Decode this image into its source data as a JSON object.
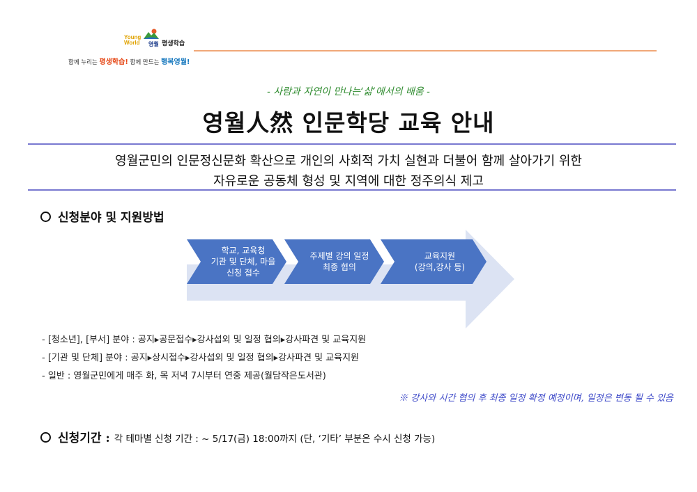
{
  "header": {
    "logo_world_line1": "Young",
    "logo_world_line2": "World",
    "logo_yeongwol": "영월",
    "logo_lifelong": "평생학습",
    "slogan_part1": "함께 누리는 ",
    "slogan_highlight1": "평생학습!",
    "slogan_part2": " 함께 만드는 ",
    "slogan_highlight2": "행복영월!"
  },
  "subtitle": "- 사람과 자연이 만나는‘삶’에서의 배움 -",
  "title": "영월人然 인문학당 교육 안내",
  "purpose": {
    "line1": "영월군민의 인문정신문화 확산으로 개인의 사회적 가치 실현과 더불어 함께 살아가기 위한",
    "line2": "자유로운 공동체 형성 및 지역에 대한 정주의식 제고"
  },
  "section1": {
    "heading": "신청분야 및 지원방법",
    "flow": [
      {
        "line1": "학교, 교육청",
        "line2": "기관 및 단체, 마을",
        "line3": "신청 접수"
      },
      {
        "line1": "주제별 강의 일정",
        "line2": "최종 협의"
      },
      {
        "line1": "교육지원",
        "line2": "(강의,강사 등)"
      }
    ],
    "bullets": [
      "- [청소년], [부서] 분야 : 공지▸공문접수▸강사섭외 및 일정 협의▸강사파견 및 교육지원",
      "- [기관 및 단체] 분야 : 공지▸상시접수▸강사섭외 및 일정 협의▸강사파견 및 교육지원",
      "- 일반 : 영월군민에게 매주 화, 목 저녁 7시부터 연중 제공(월담작은도서관)"
    ],
    "note": "※ 강사와 시간 협의 후 최종 일정 확정 예정이며, 일정은 변동 될 수 있음"
  },
  "section2": {
    "heading": "신청기간 :",
    "text": "각 테마별 신청 기간 : ~ 5/17(금) 18:00까지 (단, ‘기타’ 부분은 수시 신청 가능)"
  },
  "colors": {
    "accent_line": "#f0a878",
    "rule": "#7878d0",
    "arrow_big": "#dce3f3",
    "arrow_step": "#4a74c4",
    "note": "#3c48c8",
    "subtitle": "#2e8b2e"
  }
}
